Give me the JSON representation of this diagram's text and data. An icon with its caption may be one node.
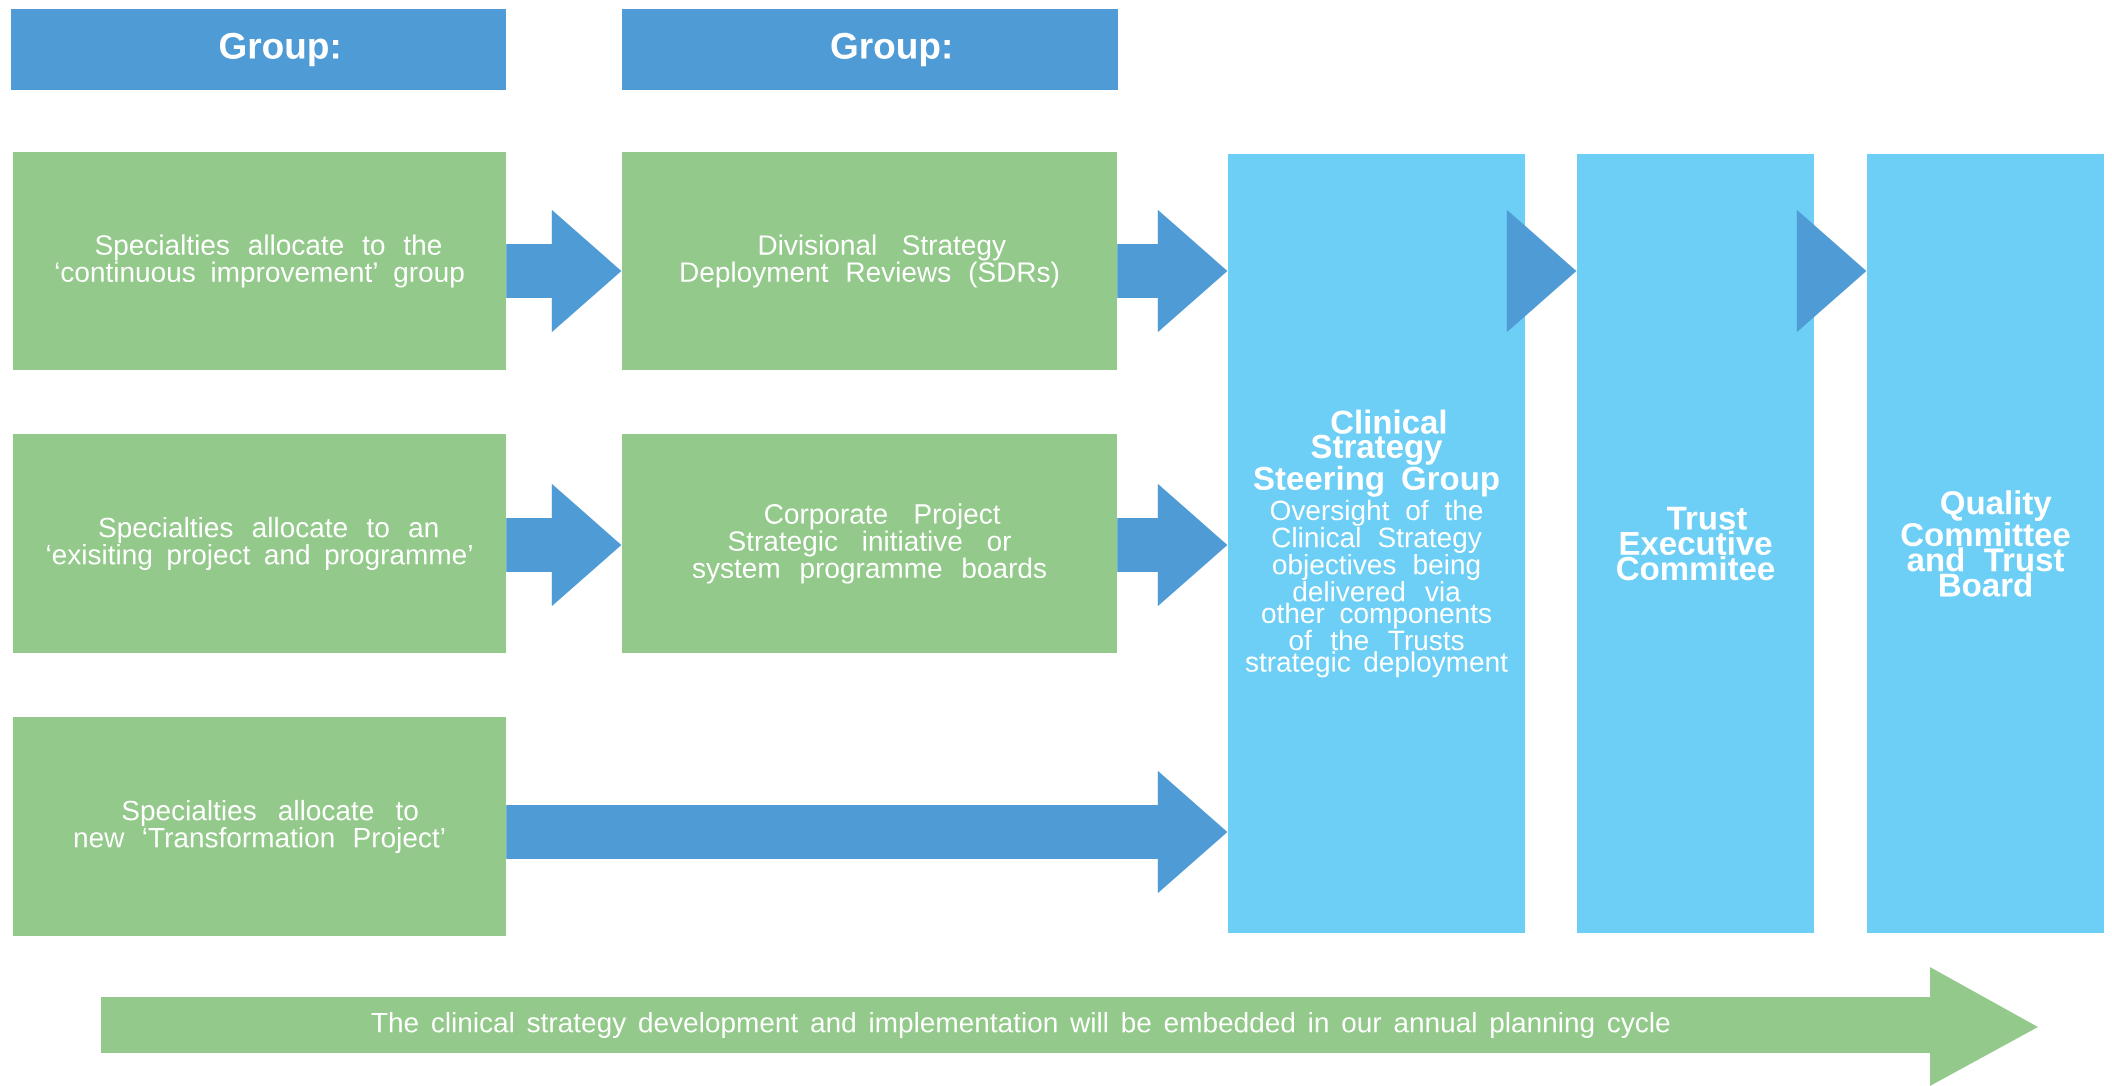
{
  "diagram": {
    "nodes": [
      {
        "text": [
          "Group:"
        ]
      },
      {
        "text": [
          "Group:"
        ]
      },
      {
        "text": [
          "Specialties allocate to the ‘continuous improvement’ group"
        ]
      },
      {
        "text": [
          "Divisional Strategy Deployment Reviews (SDRs)"
        ]
      },
      {
        "text": [
          "Specialties allocate to an ‘exisiting project and programme’"
        ]
      },
      {
        "text": [
          "Corporate Project Strategic initiative or system programme boards"
        ]
      },
      {
        "text": [
          "Specialties allocate to new ‘Transformation Project’"
        ]
      },
      {
        "text": [
          "Clinical Strategy Steering Group",
          "Oversight of the Clinical Strategy objectives being delivered via other components of the Trusts strategic deployment"
        ]
      },
      {
        "text": [
          "Trust Executive Commitee"
        ]
      },
      {
        "text": [
          "Quality Committee and Trust Board"
        ]
      },
      {
        "text": [
          "The clinical strategy development and implementation will be embedded in our annual planning cycle"
        ]
      }
    ],
    "edges": [
      {
        "from": 2,
        "to": 3,
        "arrow": "to"
      },
      {
        "from": 3,
        "to": 7,
        "arrow": "to"
      },
      {
        "from": 4,
        "to": 5,
        "arrow": "to"
      },
      {
        "from": 5,
        "to": 7,
        "arrow": "to"
      },
      {
        "from": 6,
        "to": 7,
        "arrow": "to"
      },
      {
        "from": 7,
        "to": 8,
        "arrow": "to"
      },
      {
        "from": 8,
        "to": 9,
        "arrow": "to"
      }
    ]
  }
}
